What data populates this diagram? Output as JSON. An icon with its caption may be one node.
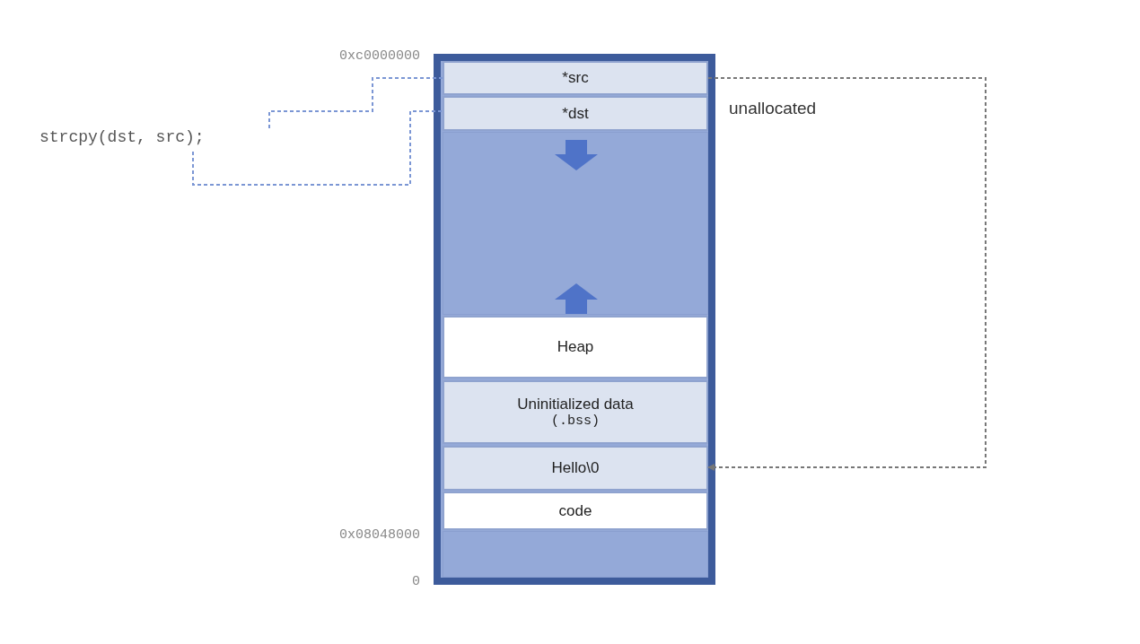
{
  "diagram": {
    "nodes": [
      {
        "text": [],
        "shape": "box"
      },
      {
        "text": [
          "*src"
        ],
        "in": 0
      },
      {
        "text": [
          "*dst"
        ],
        "in": 0
      },
      {
        "text": [],
        "shape": "bar",
        "in": 0
      },
      {
        "text": [
          "Heap"
        ],
        "in": 0
      },
      {
        "text": [
          "Uninitialized data",
          "(.bss)"
        ],
        "in": 0
      },
      {
        "text": [
          "Hello\\0"
        ],
        "in": 0
      },
      {
        "text": [
          "code"
        ],
        "in": 0
      },
      {
        "text": [],
        "shape": "bar",
        "in": 0
      },
      {
        "text": [
          "strcpy(dst, src);"
        ]
      }
    ],
    "edges": [
      {
        "from": 9,
        "to": 2,
        "arrow": "none",
        "style": "dashed",
        "color": "#7b96d4"
      },
      {
        "from": 9,
        "to": 1,
        "arrow": "none",
        "style": "dashed",
        "color": "#7b96d4"
      },
      {
        "from": 1,
        "to": 6,
        "arrow": "to",
        "style": "dashed",
        "color": "#777777"
      }
    ],
    "labels": [
      "0xc0000000",
      "unallocated",
      "0x08048000",
      "0"
    ]
  }
}
